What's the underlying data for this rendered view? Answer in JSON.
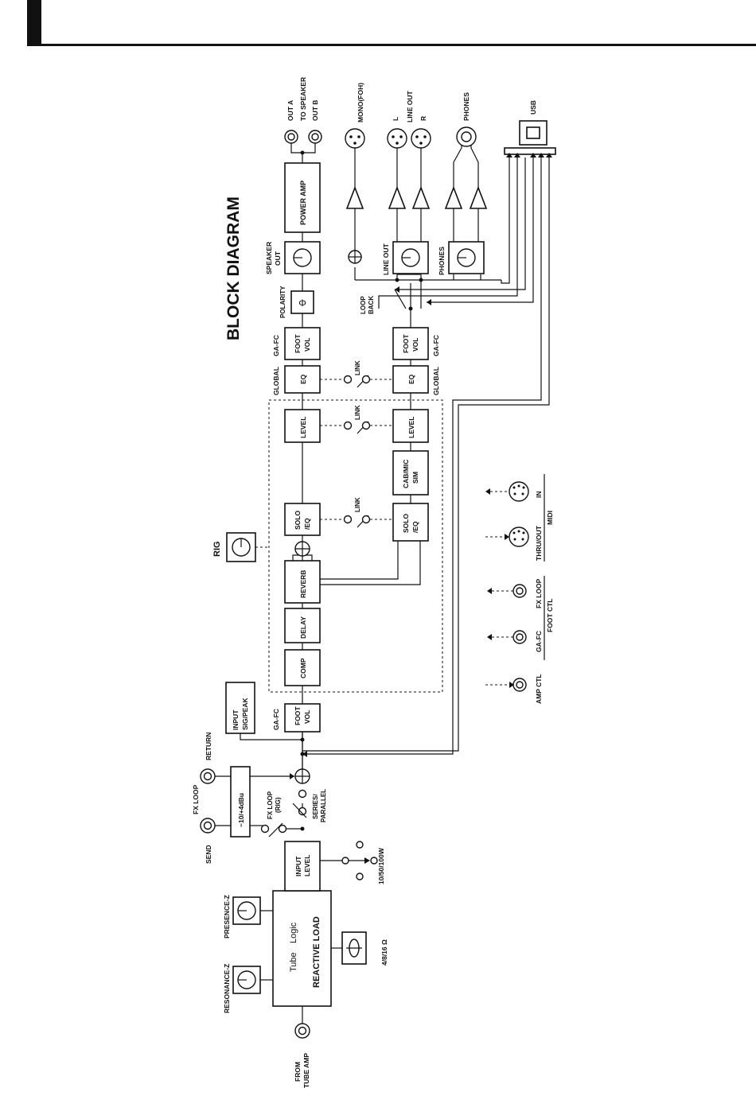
{
  "title": "BLOCK DIAGRAM",
  "blocks": {
    "reactive_load": "REACTIVE LOAD",
    "tube": "Tube",
    "logic": "Logic",
    "input_level": [
      "INPUT",
      "LEVEL"
    ],
    "fx_level": "−10/+4dBu",
    "input_sig_peak": [
      "INPUT",
      "SIG/PEAK"
    ],
    "foot_vol": [
      "FOOT",
      "VOL"
    ],
    "comp": "COMP",
    "delay": "DELAY",
    "reverb": "REVERB",
    "solo_eq": [
      "SOLO",
      "/EQ"
    ],
    "level": "LEVEL",
    "cab_mic_sim": [
      "CAB/MIC",
      "SIM"
    ],
    "eq": "EQ",
    "polarity_symbol": "Φ",
    "power_amp": "POWER AMP"
  },
  "labels": {
    "from_tube_amp": [
      "FROM",
      "TUBE AMP"
    ],
    "resonance_z": "RESONANCE-Z",
    "presence_z": "PRESENCE-Z",
    "impedance": "4/8/16 Ω",
    "watts": "10/50/100W",
    "send": "SEND",
    "fx_loop": "FX LOOP",
    "return": "RETURN",
    "fx_loop_rig": [
      "FX LOOP",
      "(RIG)"
    ],
    "series_parallel": [
      "SERIES/",
      "PARALLEL"
    ],
    "ga_fc": "GA-FC",
    "global": "GLOBAL",
    "rig": "RIG",
    "link": "LINK",
    "polarity": "POLARITY",
    "speaker_out": [
      "SPEAKER",
      "OUT"
    ],
    "loop_back": [
      "LOOP",
      "BACK"
    ],
    "line_out": "LINE OUT",
    "phones": "PHONES",
    "out_a": "OUT A",
    "to_speaker": "TO SPEAKER",
    "out_b": "OUT B",
    "mono_foh": "MONO(FOH)",
    "l": "L",
    "r": "R",
    "usb": "USB",
    "amp_ctl": "AMP CTL",
    "ga_fc_jack": "GA-FC",
    "fx_loop_jack": "FX LOOP",
    "foot_ctl": "FOOT CTL",
    "thru_out": "THRU/OUT",
    "in": "IN",
    "midi": "MIDI"
  }
}
